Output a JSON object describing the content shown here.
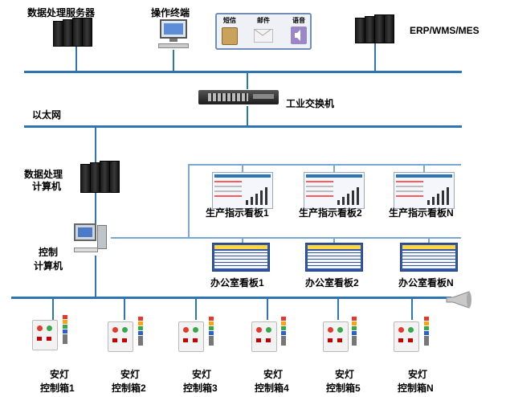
{
  "top": {
    "server_label": "数据处理服务器",
    "terminal_label": "操作终端",
    "panel_items": [
      "短信",
      "邮件",
      "语音"
    ],
    "erp_label": "ERP/WMS/MES"
  },
  "switch_label": "工业交换机",
  "ethernet_label": "以太网",
  "compute_label_1": "数据处理",
  "compute_label_2": "计算机",
  "control_label_1": "控制",
  "control_label_2": "计算机",
  "prod_boards": [
    "生产指示看板1",
    "生产指示看板2",
    "生产指示看板N"
  ],
  "office_boards": [
    "办公室看板1",
    "办公室看板2",
    "办公室看板N"
  ],
  "boxes": [
    {
      "line1": "安灯",
      "line2": "控制箱1"
    },
    {
      "line1": "安灯",
      "line2": "控制箱2"
    },
    {
      "line1": "安灯",
      "line2": "控制箱3"
    },
    {
      "line1": "安灯",
      "line2": "控制箱4"
    },
    {
      "line1": "安灯",
      "line2": "控制箱5"
    },
    {
      "line1": "安灯",
      "line2": "控制箱N"
    }
  ],
  "colors": {
    "bus": "#2e75b6",
    "prod_header": "#2e75b6",
    "office_board": "#3056a8"
  }
}
